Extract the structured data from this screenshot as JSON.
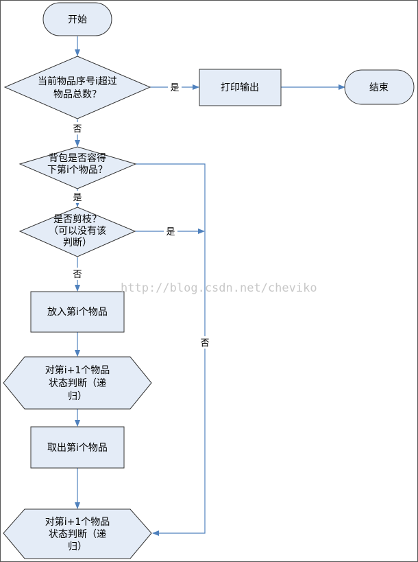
{
  "nodes": {
    "start": "开始",
    "decision_exceed": [
      "当前物品序号i超过",
      "物品总数？"
    ],
    "print_output": "打印输出",
    "end": "结束",
    "decision_fit": [
      "背包是否容得",
      "下第i个物品？"
    ],
    "decision_prune": [
      "是否剪枝？",
      "（可以没有该",
      "判断）"
    ],
    "put_item": "放入第i个物品",
    "recurse_1": [
      "对第i+1个物品",
      "状态判断（递",
      "归）"
    ],
    "take_item": "取出第i个物品",
    "recurse_2": [
      "对第i+1个物品",
      "状态判断（递",
      "归）"
    ]
  },
  "edge_labels": {
    "exceed_yes": "是",
    "exceed_no": "否",
    "fit_yes": "是",
    "prune_yes": "是",
    "prune_no": "否",
    "fit_no": "否"
  },
  "watermark": "http://blog.csdn.net/cheviko",
  "colors": {
    "node_fill": "#e4ecf7",
    "node_stroke": "#333333",
    "edge": "#4f81bd"
  }
}
